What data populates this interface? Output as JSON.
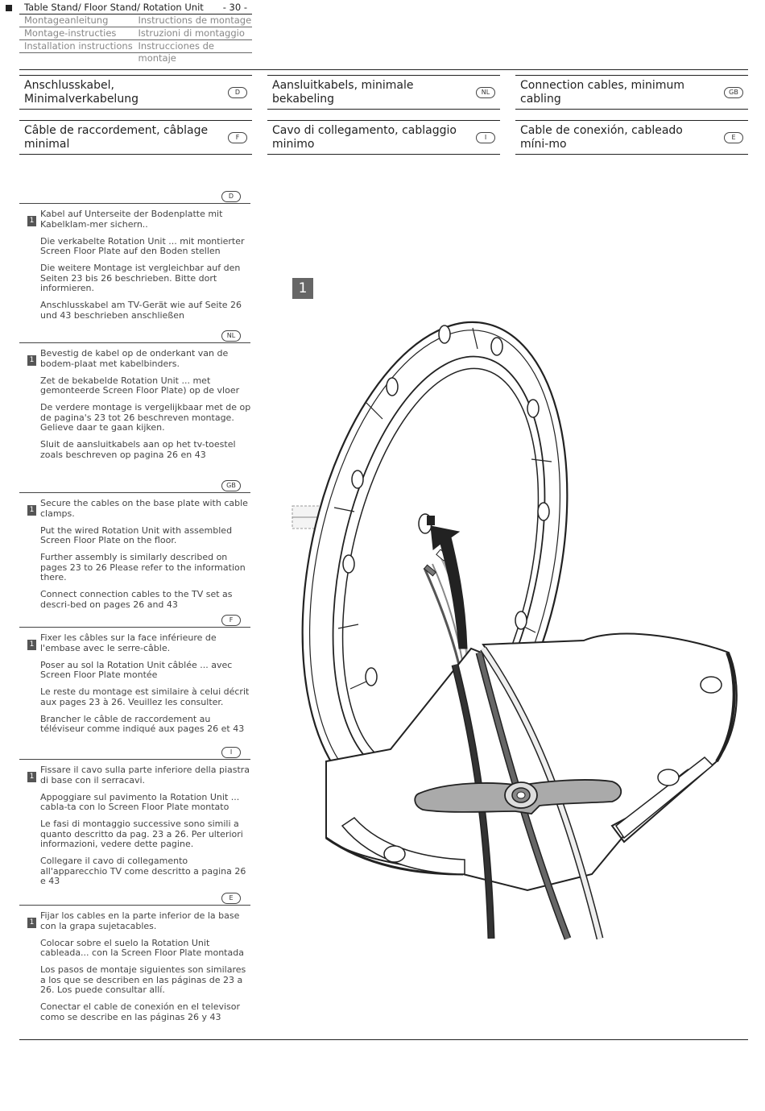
{
  "header": {
    "rows": [
      {
        "left": "Table Stand/ Floor Stand/ Rotation Unit",
        "right": "- 30 -"
      },
      {
        "left": "Montageanleitung",
        "right": "Instructions de montage"
      },
      {
        "left": "Montage-instructies",
        "right": "Istruzioni di montaggio"
      },
      {
        "left": "Installation instructions",
        "right": "Instrucciones de montaje"
      }
    ]
  },
  "titles": [
    {
      "text": "Anschlusskabel, Minimalverkabelung",
      "lang": "D"
    },
    {
      "text": "Aansluitkabels, minimale bekabeling",
      "lang": "NL"
    },
    {
      "text": "Connection cables, minimum cabling",
      "lang": "GB"
    },
    {
      "text": "Câble de raccordement, câblage minimal",
      "lang": "F"
    },
    {
      "text": "Cavo di collegamento, cablaggio minimo",
      "lang": "I"
    },
    {
      "text": "Cable de conexión, cableado míni-mo",
      "lang": "E"
    }
  ],
  "sections": [
    {
      "lang": "D",
      "step": "1",
      "paragraphs": [
        "Kabel auf Unterseite der Bodenplatte mit Kabelklam-mer sichern..",
        "Die verkabelte Rotation Unit ... mit montierter Screen Floor Plate auf den Boden stellen",
        "Die weitere Montage ist vergleichbar auf den Seiten 23 bis 26  beschrieben. Bitte dort informieren.",
        "Anschlusskabel am TV-Gerät wie auf Seite 26 und 43 beschrieben anschließen"
      ]
    },
    {
      "lang": "NL",
      "step": "1",
      "paragraphs": [
        "Bevestig de kabel op de onderkant van de bodem-plaat met kabelbinders.",
        "Zet de bekabelde Rotation Unit ... met gemonteerde Screen Floor Plate) op de vloer",
        "De verdere montage is vergelijkbaar met de op de pagina's 23 tot 26 beschreven montage. Gelieve daar te gaan kijken.",
        "Sluit de aansluitkabels aan op het tv-toestel zoals beschreven op pagina 26 en 43"
      ]
    },
    {
      "lang": "GB",
      "step": "1",
      "paragraphs": [
        "Secure the cables on the base plate with cable clamps.",
        "Put the wired Rotation Unit with assembled Screen Floor Plate on the floor.",
        "Further assembly is similarly described on pages 23 to 26 Please refer to the information there.",
        "Connect connection cables to the TV set as descri-bed on pages 26 and 43"
      ]
    },
    {
      "lang": "F",
      "step": "1",
      "paragraphs": [
        "Fixer les câbles sur la face inférieure de l'embase avec le serre-câble.",
        "Poser au sol la Rotation Unit câblée ... avec Screen Floor Plate montée",
        "Le reste du montage est similaire à celui décrit aux pages 23 à 26. Veuillez les consulter.",
        "Brancher le câble de raccordement au téléviseur comme indiqué aux pages 26 et 43"
      ]
    },
    {
      "lang": "I",
      "step": "1",
      "paragraphs": [
        "Fissare il cavo sulla parte inferiore della piastra di base con il serracavi.",
        "Appoggiare sul pavimento la Rotation Unit ... cabla-ta con lo Screen Floor Plate montato",
        "Le fasi di montaggio successive sono simili a quanto descritto da pag. 23 a 26. Per ulteriori informazioni, vedere dette pagine.",
        "Collegare il cavo di collegamento all'apparecchio TV come descritto a pagina 26 e 43"
      ]
    },
    {
      "lang": "E",
      "step": "1",
      "paragraphs": [
        "Fijar los cables en la parte inferior de la base con la grapa sujetacables.",
        "Colocar sobre el suelo la Rotation Unit cableada... con la Screen Floor Plate montada",
        "Los pasos de montaje siguientes son similares a los que se describen en las páginas de 23 a 26. Los puede consultar allí.",
        "Conectar el cable de conexión en el televisor como se describe en las páginas 26 y 43"
      ]
    }
  ],
  "figure": {
    "step": "1"
  }
}
